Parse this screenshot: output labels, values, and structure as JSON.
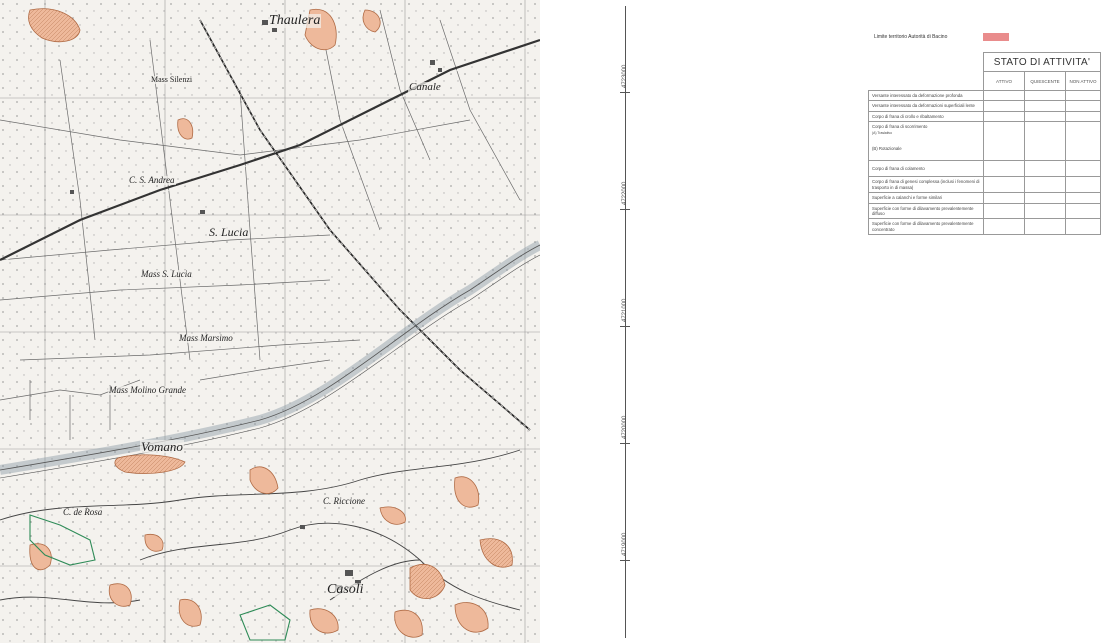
{
  "map": {
    "place_names": [
      {
        "id": "thaulera",
        "text": "Thaulera"
      },
      {
        "id": "canale",
        "text": "Canale"
      },
      {
        "id": "mass-silenzi",
        "text": "Mass Silenzi"
      },
      {
        "id": "c-s-andrea",
        "text": "C. S. Andrea"
      },
      {
        "id": "s-lucia",
        "text": "S. Lucia"
      },
      {
        "id": "mass-s-lucia",
        "text": "Mass S. Lucia"
      },
      {
        "id": "mass-marsimo",
        "text": "Mass Marsimo"
      },
      {
        "id": "mass-molino-grande",
        "text": "Mass Molino Grande"
      },
      {
        "id": "fiume-vomano",
        "text": "Vomano"
      },
      {
        "id": "c-de-rosa",
        "text": "C. de Rosa"
      },
      {
        "id": "c-riccione",
        "text": "C. Riccione"
      },
      {
        "id": "casoli",
        "text": "Casoli"
      }
    ],
    "colors": {
      "landslide_fill": "#eeb99b",
      "landslide_stroke": "#b06b45",
      "boundary_green": "#2e8b57",
      "river": "#8a9aa4"
    }
  },
  "axis": {
    "labels": [
      "4723000",
      "4722000",
      "4721000",
      "4720000",
      "4719000"
    ]
  },
  "legend": {
    "limit_label": "Limite territorio Autorità di Bacino",
    "limit_color": "#e98c8c",
    "title": "STATO DI ATTIVITA'",
    "columns": [
      "ATTIVO",
      "QUIESCENTE",
      "NON ATTIVO"
    ],
    "rows": [
      {
        "label": "Versante interessato da deformazione profonda"
      },
      {
        "label": "Versante interessato da deformazioni superficiali lente"
      },
      {
        "label": "Corpo di frana di crollo e ribaltamento"
      },
      {
        "label": "Corpo di frana di scorrimento",
        "sub1": "(A) Traslativo",
        "sub2": "(B) Rotazionale"
      },
      {
        "label": "Corpo di frana di colamento"
      },
      {
        "label": "Corpo di frana di genesi complessa (inclusi i fenomeni di trasporto in di massa)"
      },
      {
        "label": "Superficie a calanchi e forme similari"
      },
      {
        "label": "Superficie con forme di dilavamento prevalentemente diffuso"
      },
      {
        "label": "Superficie con forme di dilavamento prevalentemente concentrato"
      }
    ]
  }
}
